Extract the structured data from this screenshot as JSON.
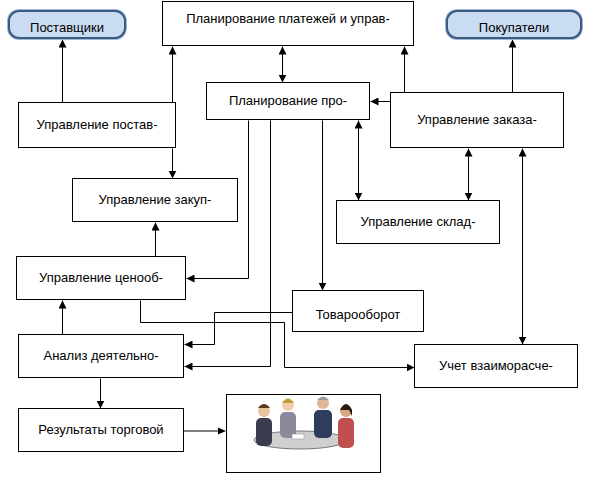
{
  "diagram": {
    "nodes": [
      {
        "text": [
          "Поставщики"
        ]
      },
      {
        "text": [
          "Планирование платежей и управ-"
        ]
      },
      {
        "text": [
          "Покупатели"
        ]
      },
      {
        "text": [
          "Планирование про-"
        ]
      },
      {
        "text": [
          "Управление постав-"
        ]
      },
      {
        "text": [
          "Управление заказа-"
        ]
      },
      {
        "text": [
          "Управление закуп-"
        ]
      },
      {
        "text": [
          "Управление склад-"
        ]
      },
      {
        "text": [
          "Управление ценооб-"
        ]
      },
      {
        "text": [
          "Товарооборот"
        ]
      },
      {
        "text": [
          "Анализ деятельно-"
        ]
      },
      {
        "text": [
          "Учет взаиморасче-"
        ]
      },
      {
        "text": [
          "Результаты торговой"
        ]
      }
    ],
    "edges": [
      {
        "from": 4,
        "to": 0,
        "arrow": "to"
      },
      {
        "from": 4,
        "to": 1,
        "arrow": "to"
      },
      {
        "from": 4,
        "to": 6,
        "arrow": "to"
      },
      {
        "from": 1,
        "to": 3,
        "arrow": "both"
      },
      {
        "from": 5,
        "to": 2,
        "arrow": "to"
      },
      {
        "from": 5,
        "to": 1,
        "arrow": "to"
      },
      {
        "from": 5,
        "to": 3,
        "arrow": "to"
      },
      {
        "from": 3,
        "to": 7,
        "arrow": "both"
      },
      {
        "from": 5,
        "to": 7,
        "arrow": "both"
      },
      {
        "from": 5,
        "to": 11,
        "arrow": "both"
      },
      {
        "from": 3,
        "to": 8,
        "arrow": "to"
      },
      {
        "from": 3,
        "to": 9,
        "arrow": "to"
      },
      {
        "from": 3,
        "to": 10,
        "arrow": "to"
      },
      {
        "from": 8,
        "to": 6,
        "arrow": "to"
      },
      {
        "from": 9,
        "to": 10,
        "arrow": "to"
      },
      {
        "from": 10,
        "to": 8,
        "arrow": "to"
      },
      {
        "from": 8,
        "to": 11,
        "arrow": "to"
      },
      {
        "from": 10,
        "to": 12,
        "arrow": "to"
      }
    ]
  }
}
